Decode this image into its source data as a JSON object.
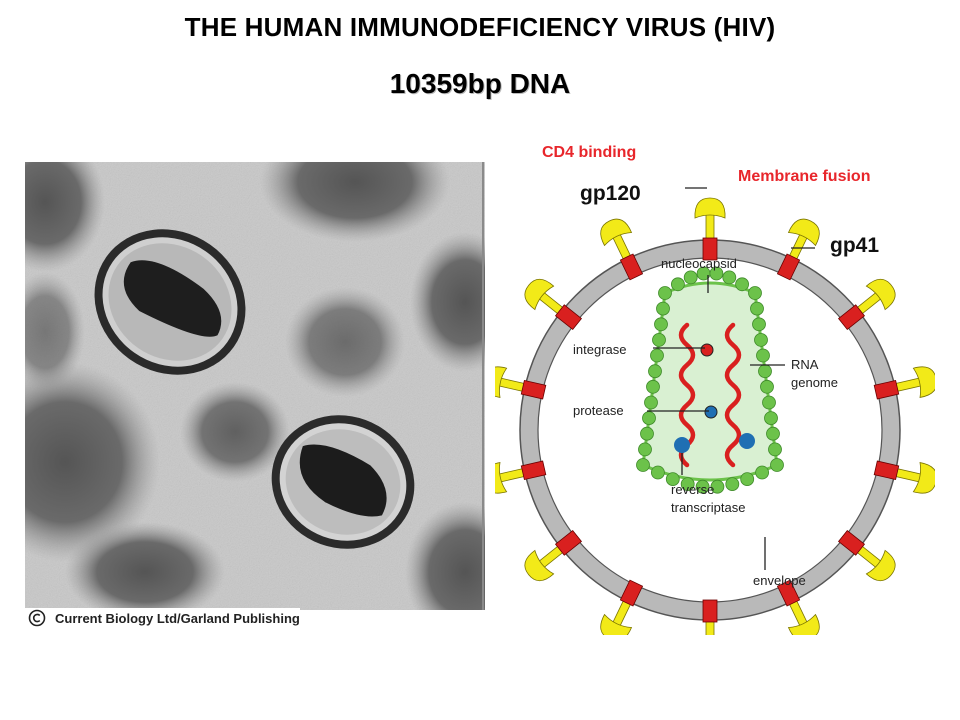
{
  "title": "THE HUMAN IMMUNODEFICIENCY VIRUS (HIV)",
  "subtitle": "10359bp DNA",
  "credit": "Current Biology Ltd/Garland Publishing",
  "callouts": {
    "cd4": "CD4 binding",
    "fusion": "Membrane fusion",
    "gp120": "gp120",
    "gp41": "gp41"
  },
  "diagram_labels": {
    "nucleocapsid": "nucleocapsid",
    "integrase": "integrase",
    "protease": "protease",
    "rna1": "RNA",
    "rna2": "genome",
    "rt1": "reverse",
    "rt2": "transcriptase",
    "envelope": "envelope"
  },
  "colors": {
    "accent_red": "#e8262b",
    "spike_yellow": "#f2ea18",
    "spike_red": "#d9201f",
    "membrane_gray": "#b9b9b9",
    "capsid_green": "#6cc24a",
    "capsid_fill": "#d9f0d2",
    "enzyme_blue": "#1f6fb3"
  }
}
